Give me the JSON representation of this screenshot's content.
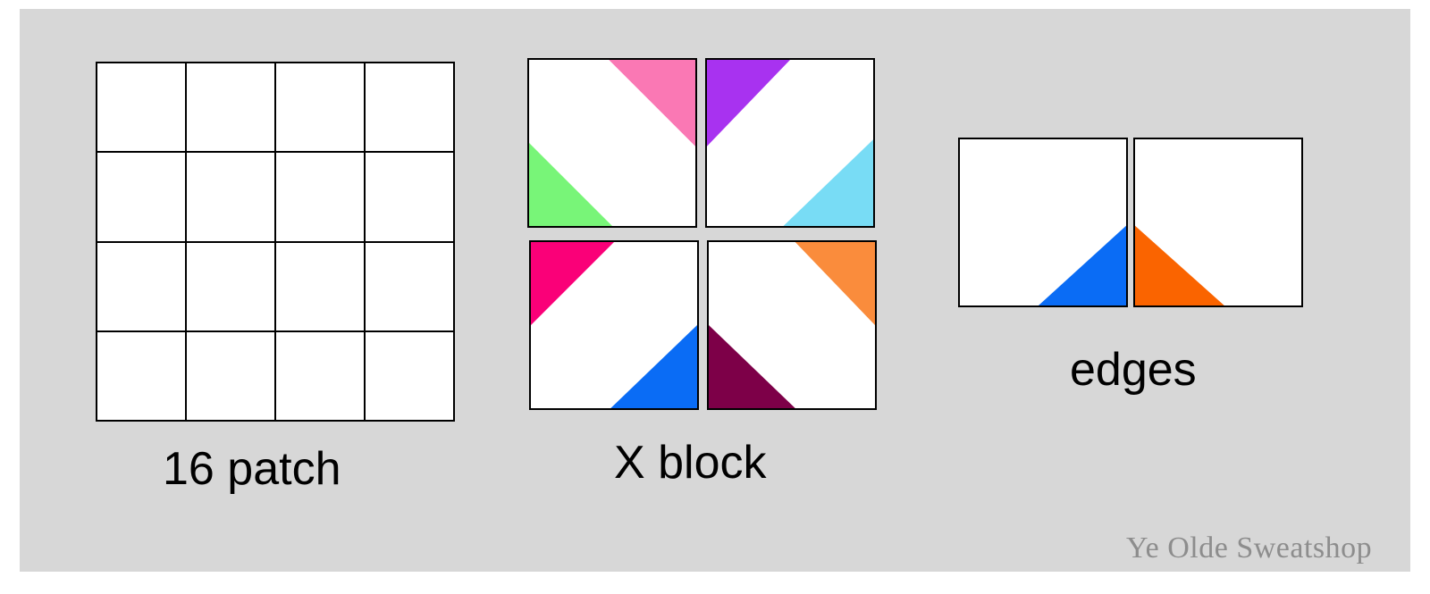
{
  "page": {
    "background_color": "#ffffff",
    "panel_color": "#d7d7d7",
    "outline_color": "#000000"
  },
  "figures": [
    {
      "id": "sixteen-patch",
      "caption": "16 patch",
      "type": "grid",
      "rows": 4,
      "cols": 4,
      "cell_count": 16,
      "cell_fill": "#ffffff",
      "border_color": "#000000"
    },
    {
      "id": "x-block",
      "caption": "X block",
      "type": "quadrants",
      "quadrants": [
        {
          "position": "top-left",
          "triangles": [
            {
              "corner": "top-right",
              "color": "#fa78b4",
              "name": "pink"
            },
            {
              "corner": "bottom-left",
              "color": "#78f578",
              "name": "light-green"
            }
          ]
        },
        {
          "position": "top-right",
          "triangles": [
            {
              "corner": "top-left",
              "color": "#a832f0",
              "name": "purple"
            },
            {
              "corner": "bottom-right",
              "color": "#78dcf5",
              "name": "light-blue"
            }
          ]
        },
        {
          "position": "bottom-left",
          "triangles": [
            {
              "corner": "top-left",
              "color": "#fa0078",
              "name": "magenta"
            },
            {
              "corner": "bottom-right",
              "color": "#0a6cf5",
              "name": "blue"
            }
          ]
        },
        {
          "position": "bottom-right",
          "triangles": [
            {
              "corner": "top-right",
              "color": "#fa8c3c",
              "name": "light-orange"
            },
            {
              "corner": "bottom-left",
              "color": "#7d0048",
              "name": "maroon"
            }
          ]
        }
      ]
    },
    {
      "id": "edges-block",
      "caption": "edges",
      "type": "pair",
      "squares": [
        {
          "position": "left",
          "triangles": [
            {
              "corner": "bottom-right",
              "color": "#0a6cf5",
              "name": "blue"
            }
          ]
        },
        {
          "position": "right",
          "triangles": [
            {
              "corner": "bottom-left",
              "color": "#fa6400",
              "name": "orange"
            }
          ]
        }
      ]
    }
  ],
  "captions": {
    "sixteen_patch": "16 patch",
    "x_block": "X block",
    "edges": "edges"
  },
  "watermark": {
    "text": "Ye Olde Sweatshop",
    "color": "#8d8d8d"
  },
  "chart_data": {
    "type": "diagram",
    "title": "Quilt block construction diagram",
    "panels": [
      "16 patch",
      "X block",
      "edges"
    ],
    "colors_used": [
      "#fa78b4",
      "#78f578",
      "#a832f0",
      "#78dcf5",
      "#fa0078",
      "#0a6cf5",
      "#fa8c3c",
      "#7d0048",
      "#fa6400"
    ]
  }
}
